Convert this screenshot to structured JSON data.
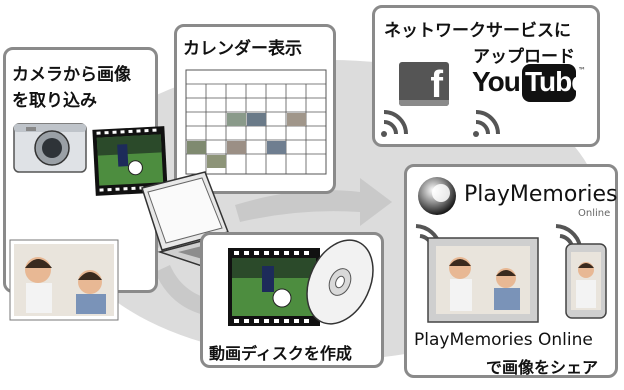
{
  "panels": {
    "import": {
      "line1": "カメラから画像",
      "line2": "を取り込み"
    },
    "calendar": {
      "title": "カレンダー表示"
    },
    "network": {
      "line1": "ネットワークサービスに",
      "line2": "アップロード"
    },
    "dvd": {
      "label": "動画ディスクを作成"
    },
    "playmemories": {
      "brand": "PlayMemories",
      "brand_sub": "Online",
      "caption1": "PlayMemories Online",
      "caption2": "で画像をシェア"
    }
  },
  "logos": {
    "facebook": "f",
    "youtube_you": "You",
    "youtube_tube": "Tube",
    "youtube_tm": "™"
  },
  "icons": {
    "camera": "camera-icon",
    "laptop": "laptop-icon",
    "disc": "disc-icon",
    "wifi": "wifi-icon",
    "facebook": "facebook-logo",
    "youtube": "youtube-logo",
    "playmemories": "playmemories-logo"
  },
  "colors": {
    "panel_border": "#8a8a8a",
    "background_blob": "#dcdcdc",
    "arrow": "#c9c9c9",
    "facebook_gray": "#555555",
    "youtube_black": "#111111"
  }
}
